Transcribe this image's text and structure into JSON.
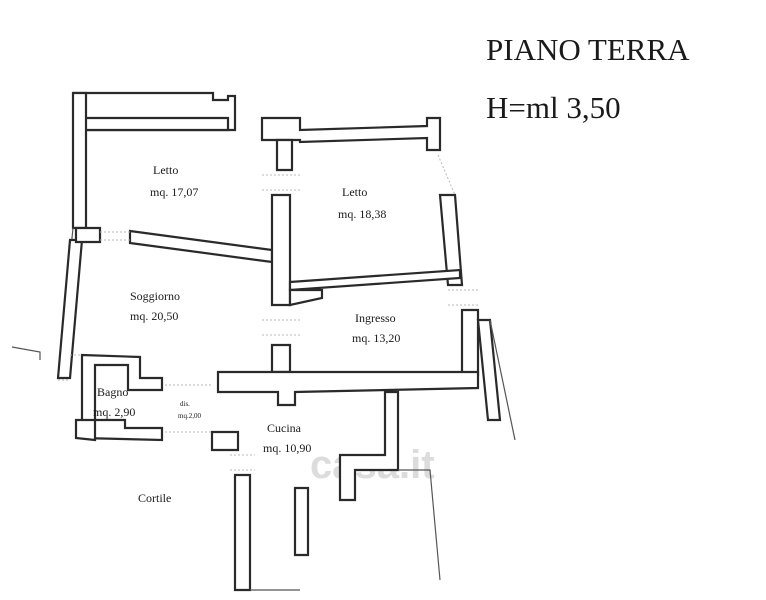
{
  "header": {
    "title": "PIANO TERRA",
    "height": "H=ml 3,50"
  },
  "rooms": {
    "letto1": {
      "name": "Letto",
      "area": "mq. 17,07"
    },
    "letto2": {
      "name": "Letto",
      "area": "mq. 18,38"
    },
    "soggiorno": {
      "name": "Soggiorno",
      "area": "mq. 20,50"
    },
    "ingresso": {
      "name": "Ingresso",
      "area": "mq. 13,20"
    },
    "bagno": {
      "name": "Bagno",
      "area": "mq. 2,90"
    },
    "disimpegno": {
      "name": "dis.",
      "area": "mq.2,00"
    },
    "cucina": {
      "name": "Cucina",
      "area": "mq. 10,90"
    },
    "cortile": {
      "name": "Cortile"
    }
  },
  "watermark": "casa.it",
  "colors": {
    "wall": "#2a2a2a",
    "background": "#ffffff"
  }
}
